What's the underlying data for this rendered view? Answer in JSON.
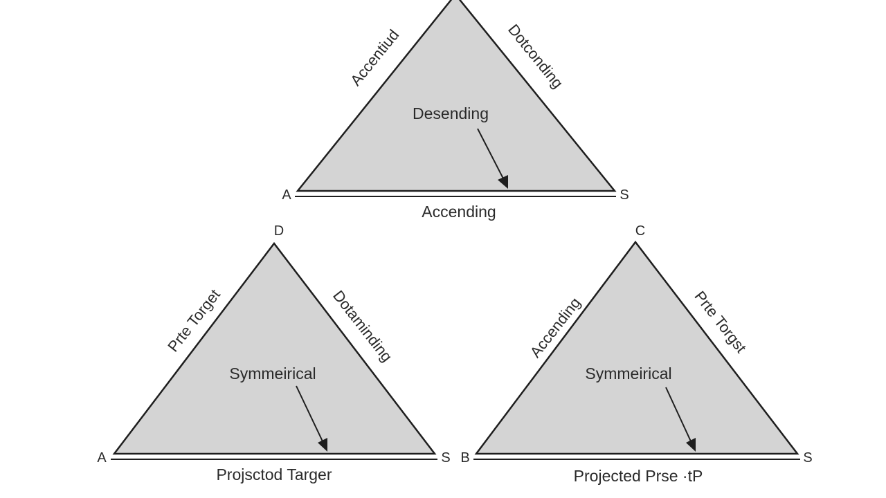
{
  "diagram": {
    "top": {
      "left_side_label": "Accentiud",
      "right_side_label": "Dotconding",
      "center_label": "Desending",
      "bottom_label": "Accending",
      "vertex_left": "A",
      "vertex_right": "S"
    },
    "left": {
      "left_side_label": "Prte Torget",
      "right_side_label": "Dotaminding",
      "center_label": "Symmeirical",
      "bottom_label": "Projsctod Targer",
      "vertex_top": "D",
      "vertex_left": "A",
      "vertex_right": "S"
    },
    "right": {
      "left_side_label": "Accending",
      "right_side_label": "Prte Torgst",
      "center_label": "Symmeirical",
      "bottom_label": "Projected Prse ·tP",
      "vertex_top": "C",
      "vertex_left": "B",
      "vertex_right": "S"
    }
  },
  "colors": {
    "fill": "#d4d4d4",
    "stroke": "#1e1e1e",
    "text": "#2a2a2a",
    "background": "#ffffff"
  }
}
